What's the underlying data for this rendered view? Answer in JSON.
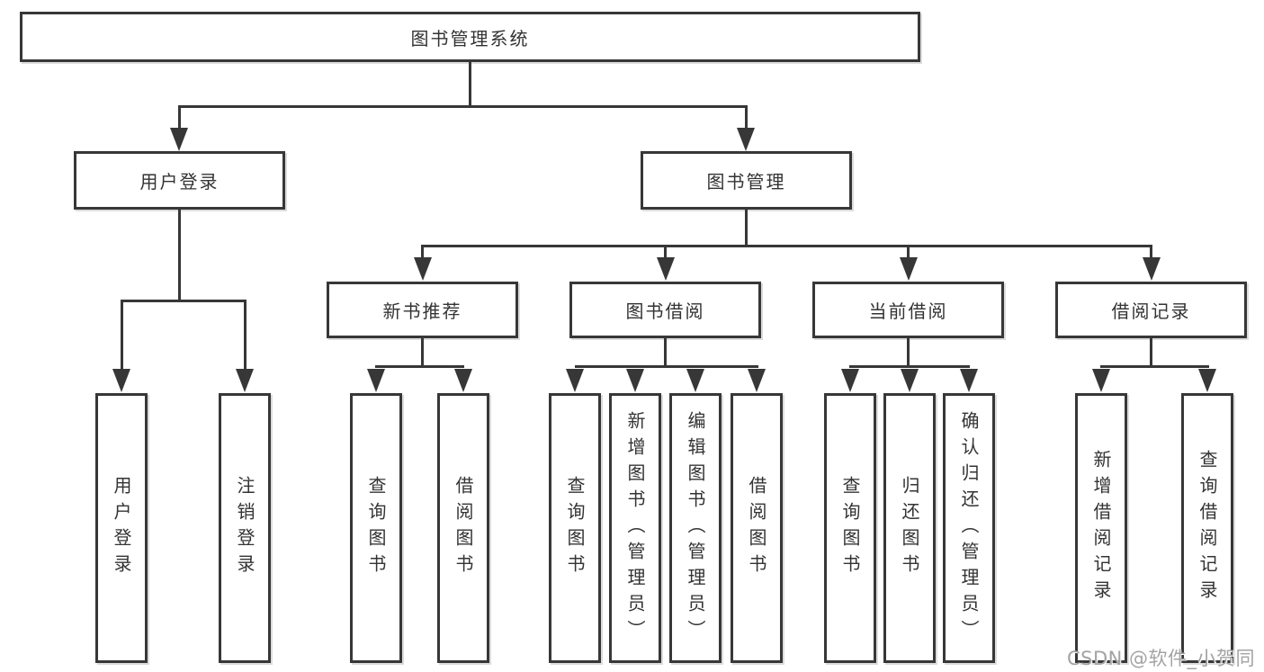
{
  "tree": {
    "root": {
      "label": "图书管理系统",
      "children": [
        {
          "label": "用户登录",
          "children": [
            {
              "label": "用户登录"
            },
            {
              "label": "注销登录"
            }
          ]
        },
        {
          "label": "图书管理",
          "children": [
            {
              "label": "新书推荐",
              "children": [
                {
                  "label": "查询图书"
                },
                {
                  "label": "借阅图书"
                }
              ]
            },
            {
              "label": "图书借阅",
              "children": [
                {
                  "label": "查询图书"
                },
                {
                  "label": "新增图书（管理员）"
                },
                {
                  "label": "编辑图书（管理员）"
                },
                {
                  "label": "借阅图书"
                }
              ]
            },
            {
              "label": "当前借阅",
              "children": [
                {
                  "label": "查询图书"
                },
                {
                  "label": "归还图书"
                },
                {
                  "label": "确认归还（管理员）"
                }
              ]
            },
            {
              "label": "借阅记录",
              "children": [
                {
                  "label": "新增借阅记录"
                },
                {
                  "label": "查询借阅记录"
                }
              ]
            }
          ]
        }
      ]
    }
  },
  "watermark": "CSDN @软件_小贺同学",
  "colors": {
    "line": "#373737",
    "text": "#333333",
    "background": "#ffffff",
    "watermark": "#a3a3a3"
  }
}
